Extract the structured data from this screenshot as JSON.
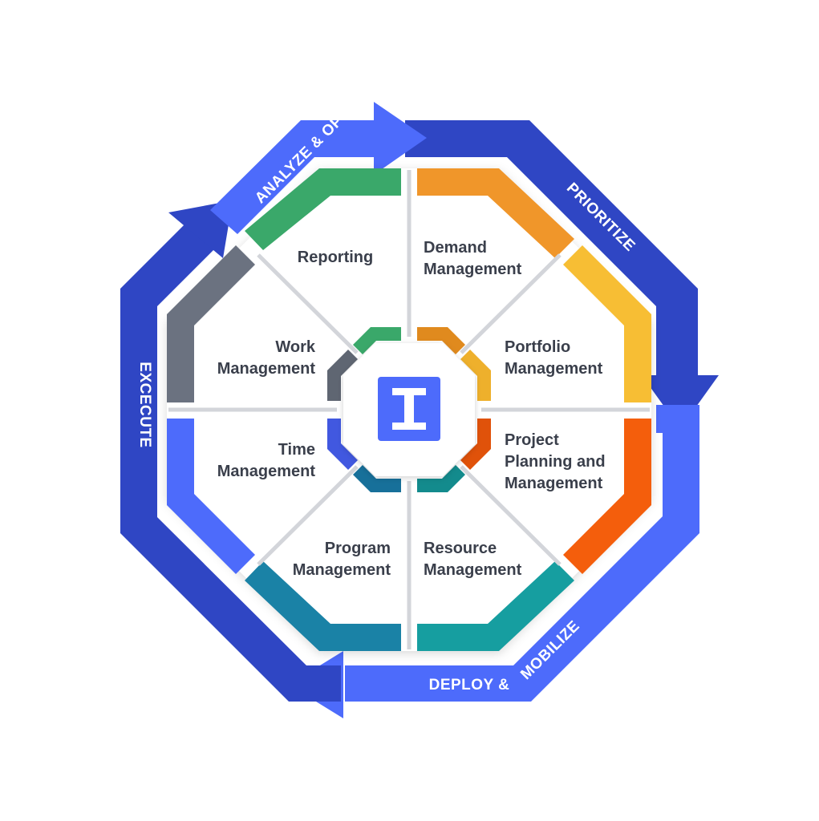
{
  "cycle": {
    "analyze_optimize": "ANALYZE & OPTIMIZE",
    "prioritize": "PRIORITIZE",
    "deploy": "DEPLOY &",
    "mobilize": "MOBILIZE",
    "execute": "EXCECUTE"
  },
  "segments": {
    "reporting": {
      "lines": [
        "Reporting"
      ],
      "color": "#3aa86a"
    },
    "demand_management": {
      "lines": [
        "Demand",
        "Management"
      ],
      "color": "#f0962a"
    },
    "portfolio_management": {
      "lines": [
        "Portfolio",
        "Management"
      ],
      "color": "#f7be34"
    },
    "project_planning": {
      "lines": [
        "Project",
        "Planning and",
        "Management"
      ],
      "color": "#f45e0c"
    },
    "resource_management": {
      "lines": [
        "Resource",
        "Management"
      ],
      "color": "#169ea0"
    },
    "program_management": {
      "lines": [
        "Program",
        "Management"
      ],
      "color": "#1a82a6"
    },
    "time_management": {
      "lines": [
        "Time",
        "Management"
      ],
      "color": "#4d6bfb"
    },
    "work_management": {
      "lines": [
        "Work",
        "Management"
      ],
      "color": "#6b7280"
    }
  },
  "center_logo": {
    "glyph": "I",
    "color": "#4d6bfb"
  },
  "colors": {
    "outer_band_dark": "#2f46c4",
    "outer_band_light": "#4d6bfb",
    "divider": "#d3d5da",
    "label_text": "#3a3f4b"
  }
}
